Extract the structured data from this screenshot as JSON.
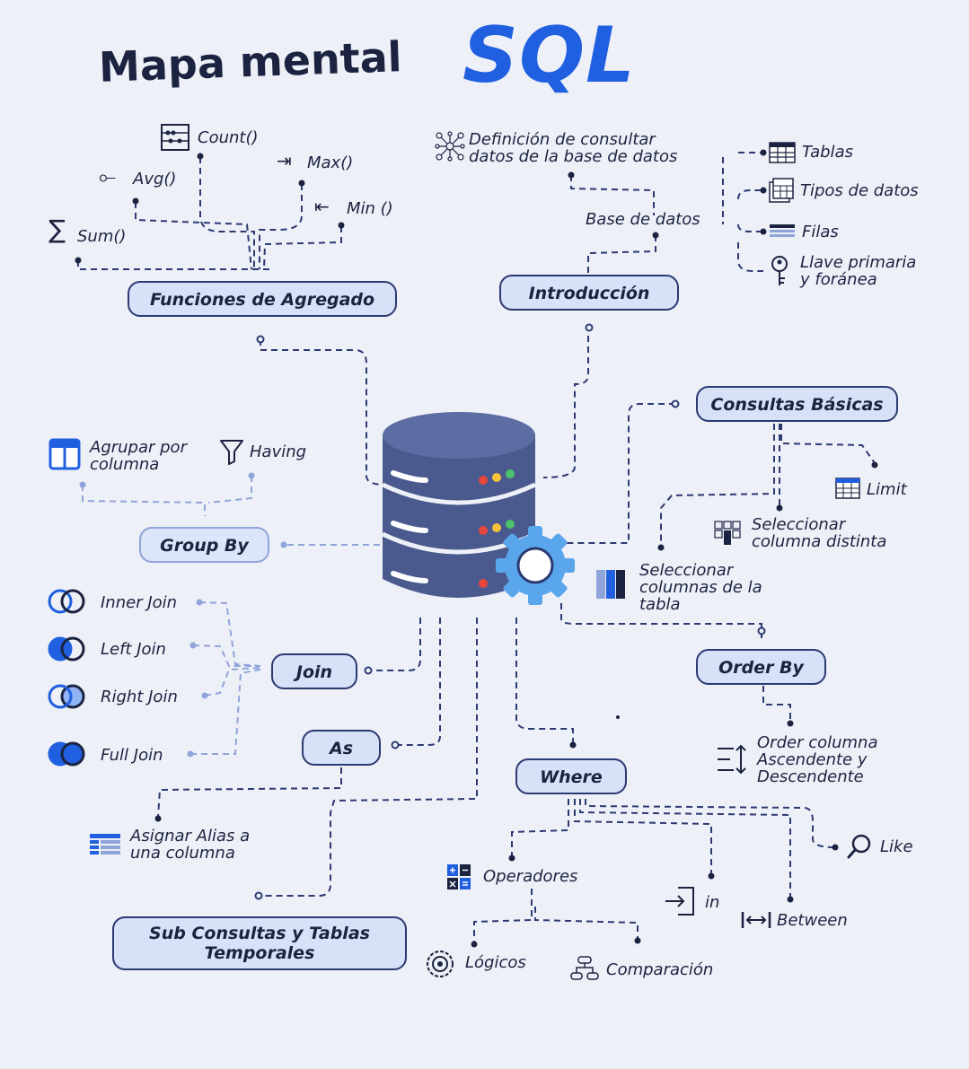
{
  "header": {
    "title": "Mapa mental",
    "brand": "SQL"
  },
  "aggregate": {
    "label": "Funciones de Agregado",
    "count": "Count()",
    "max": "Max()",
    "avg": "Avg()",
    "min": "Min ()",
    "sum": "Sum()"
  },
  "intro": {
    "label": "Introducción",
    "definition": "Definición de consultar\ndatos de la base de datos",
    "database": "Base de datos",
    "tables": "Tablas",
    "types": "Tipos de datos",
    "rows": "Filas",
    "keys": "Llave primaria\ny foránea"
  },
  "basic": {
    "label": "Consultas Básicas",
    "limit": "Limit",
    "distinct": "Seleccionar\ncolumna distinta",
    "select": "Seleccionar\ncolumnas de la\ntabla"
  },
  "groupby": {
    "label": "Group By",
    "group_col": "Agrupar por\ncolumna",
    "having": "Having"
  },
  "join": {
    "label": "Join",
    "inner": "Inner Join",
    "left": "Left Join",
    "right": "Right Join",
    "full": "Full Join"
  },
  "as": {
    "label": "As",
    "alias": "Asignar Alias a\nuna columna"
  },
  "orderby": {
    "label": "Order By",
    "order": "Order columna\nAscendente y\nDescendente"
  },
  "where": {
    "label": "Where",
    "operators": "Operadores",
    "logical": "Lógicos",
    "comparison": "Comparación",
    "in": "in",
    "between": "Between",
    "like": "Like"
  },
  "subqueries": {
    "label": "Sub Consultas y Tablas\nTemporales"
  },
  "colors": {
    "background": "#eef0f8",
    "ink": "#1b2340",
    "accent": "#1f5fe0",
    "node_fill": "#d7e1f8",
    "database": "#4a5a8e",
    "gear": "#5aa6ec"
  }
}
